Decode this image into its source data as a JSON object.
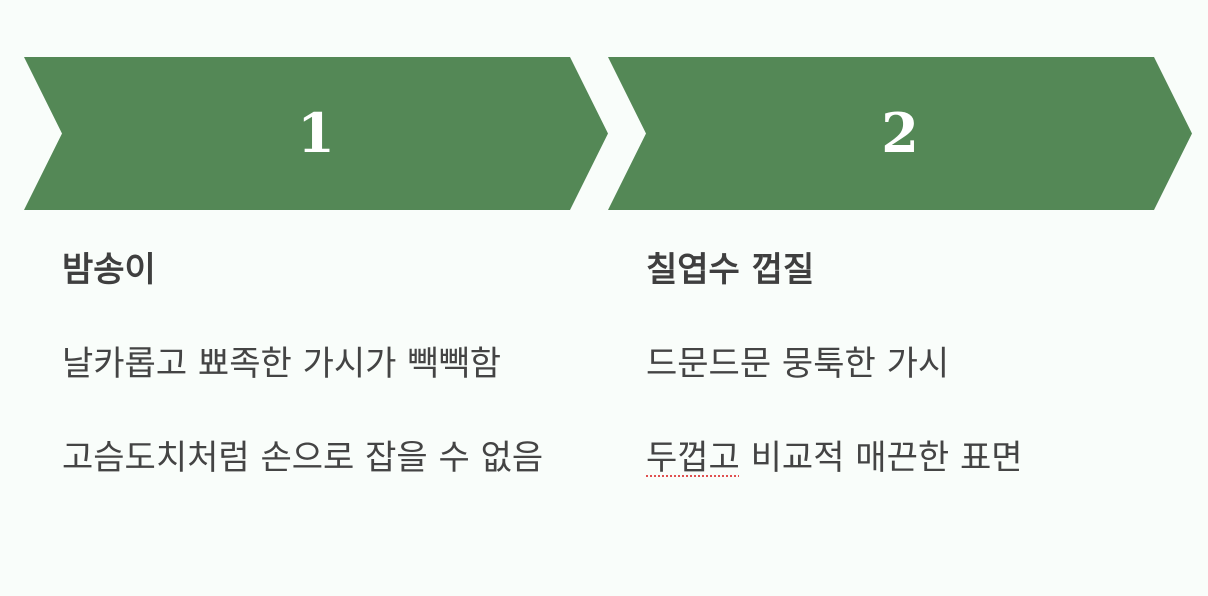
{
  "steps": [
    {
      "number": "1",
      "title": "밤송이",
      "lines": [
        "날카롭고 뾰족한 가시가 빽빽함",
        "고슴도치처럼 손으로 잡을 수 없음"
      ]
    },
    {
      "number": "2",
      "title": "칠엽수 껍질",
      "lines_0_flagged": "두껍고",
      "lines_0_rest": " 비교적 매끈한 표면",
      "lines": [
        "드문드문 뭉툭한 가시"
      ]
    }
  ],
  "colors": {
    "chevron": "#548856",
    "background": "#f9fdfa",
    "text": "#444444",
    "spellcheck": "#e05050"
  }
}
